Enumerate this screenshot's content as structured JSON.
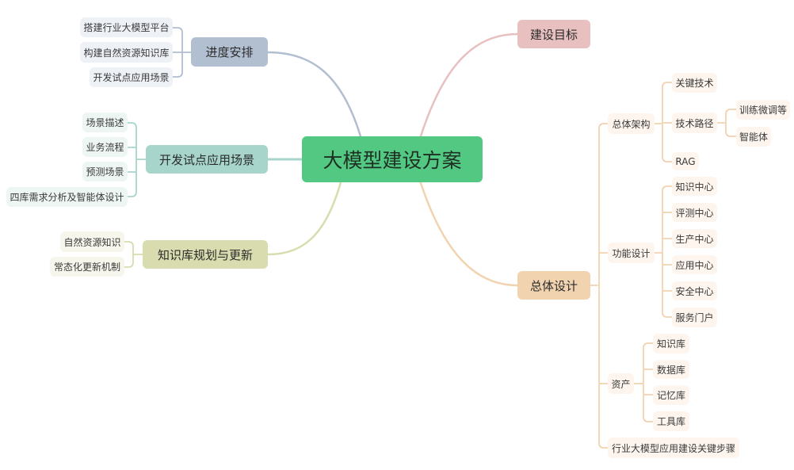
{
  "root": "大模型建设方案",
  "colors": {
    "root": "#52c882",
    "goal": "#e8c0c0",
    "design": "#f2d3b0",
    "schedule": "#b1bfd1",
    "pilot": "#a8d5cb",
    "kb": "#d9dcae"
  },
  "right": {
    "goal": "建设目标",
    "design": {
      "label": "总体设计",
      "arch": {
        "label": "总体架构",
        "children": [
          "关键技术",
          "技术路径",
          "RAG"
        ],
        "path_children": [
          "训练微调等",
          "智能体"
        ]
      },
      "func": {
        "label": "功能设计",
        "children": [
          "知识中心",
          "评测中心",
          "生产中心",
          "应用中心",
          "安全中心",
          "服务门户"
        ]
      },
      "assets": {
        "label": "资产",
        "children": [
          "知识库",
          "数据库",
          "记忆库",
          "工具库"
        ]
      },
      "steps": "行业大模型应用建设关键步骤"
    }
  },
  "left": {
    "schedule": {
      "label": "进度安排",
      "children": [
        "搭建行业大模型平台",
        "构建自然资源知识库",
        "开发试点应用场景"
      ]
    },
    "pilot": {
      "label": "开发试点应用场景",
      "children": [
        "场景描述",
        "业务流程",
        "预测场景",
        "四库需求分析及智能体设计"
      ]
    },
    "kb": {
      "label": "知识库规划与更新",
      "children": [
        "自然资源知识",
        "常态化更新机制"
      ]
    }
  }
}
